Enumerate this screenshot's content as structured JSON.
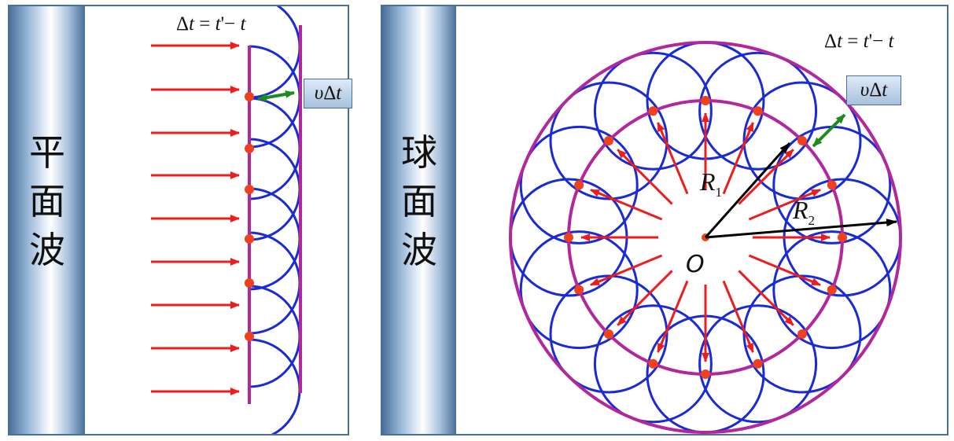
{
  "left_panel": {
    "side_label": [
      "平",
      "面",
      "波"
    ],
    "formula": {
      "delta": "Δ",
      "t": "t",
      "eq": " = ",
      "tprime": "t",
      "prime": "'",
      "minus": "− ",
      "t2": "t"
    },
    "velocity_box": {
      "v": "υ",
      "delta": "Δ",
      "t": "t"
    }
  },
  "right_panel": {
    "side_label": [
      "球",
      "面",
      "波"
    ],
    "formula": {
      "delta": "Δ",
      "t": "t",
      "eq": " = ",
      "tprime": "t",
      "prime": "'",
      "minus": "− ",
      "t2": "t"
    },
    "velocity_box": {
      "v": "υ",
      "delta": "Δ",
      "t": "t"
    },
    "center_label": "O",
    "radius1": {
      "r": "R",
      "sub": "1"
    },
    "radius2": {
      "r": "R",
      "sub": "2"
    }
  },
  "colors": {
    "wavefront": "#b0289b",
    "wavelet": "#1a2ad6",
    "arrow": "#ee1c1c",
    "source_dot": "#f0401c",
    "velocity_arrow": "#1f8a1f",
    "radius": "#000000"
  }
}
